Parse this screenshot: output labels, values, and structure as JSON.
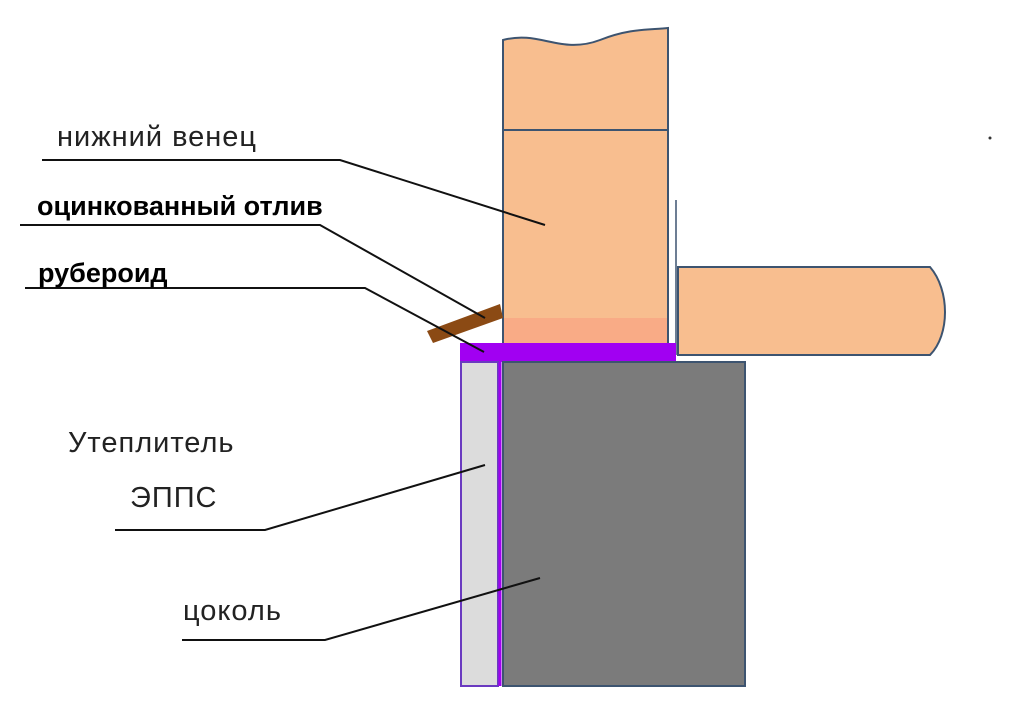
{
  "labels": {
    "lower_crown": "нижний венец",
    "galvanized_flashing": "оцинкованный отлив",
    "roofing_felt": "рубероид",
    "insulation_line1": "Утеплитель",
    "insulation_line2": "ЭППС",
    "plinth": "цоколь"
  },
  "colors": {
    "wood": "#f8be8f",
    "wood_bottom": "#f9ab86",
    "felt": "#a100f2",
    "flashing": "#8b4a14",
    "plinth": "#7b7b7b",
    "insulation": "#dcdcdc",
    "outline": "#3d5470"
  }
}
